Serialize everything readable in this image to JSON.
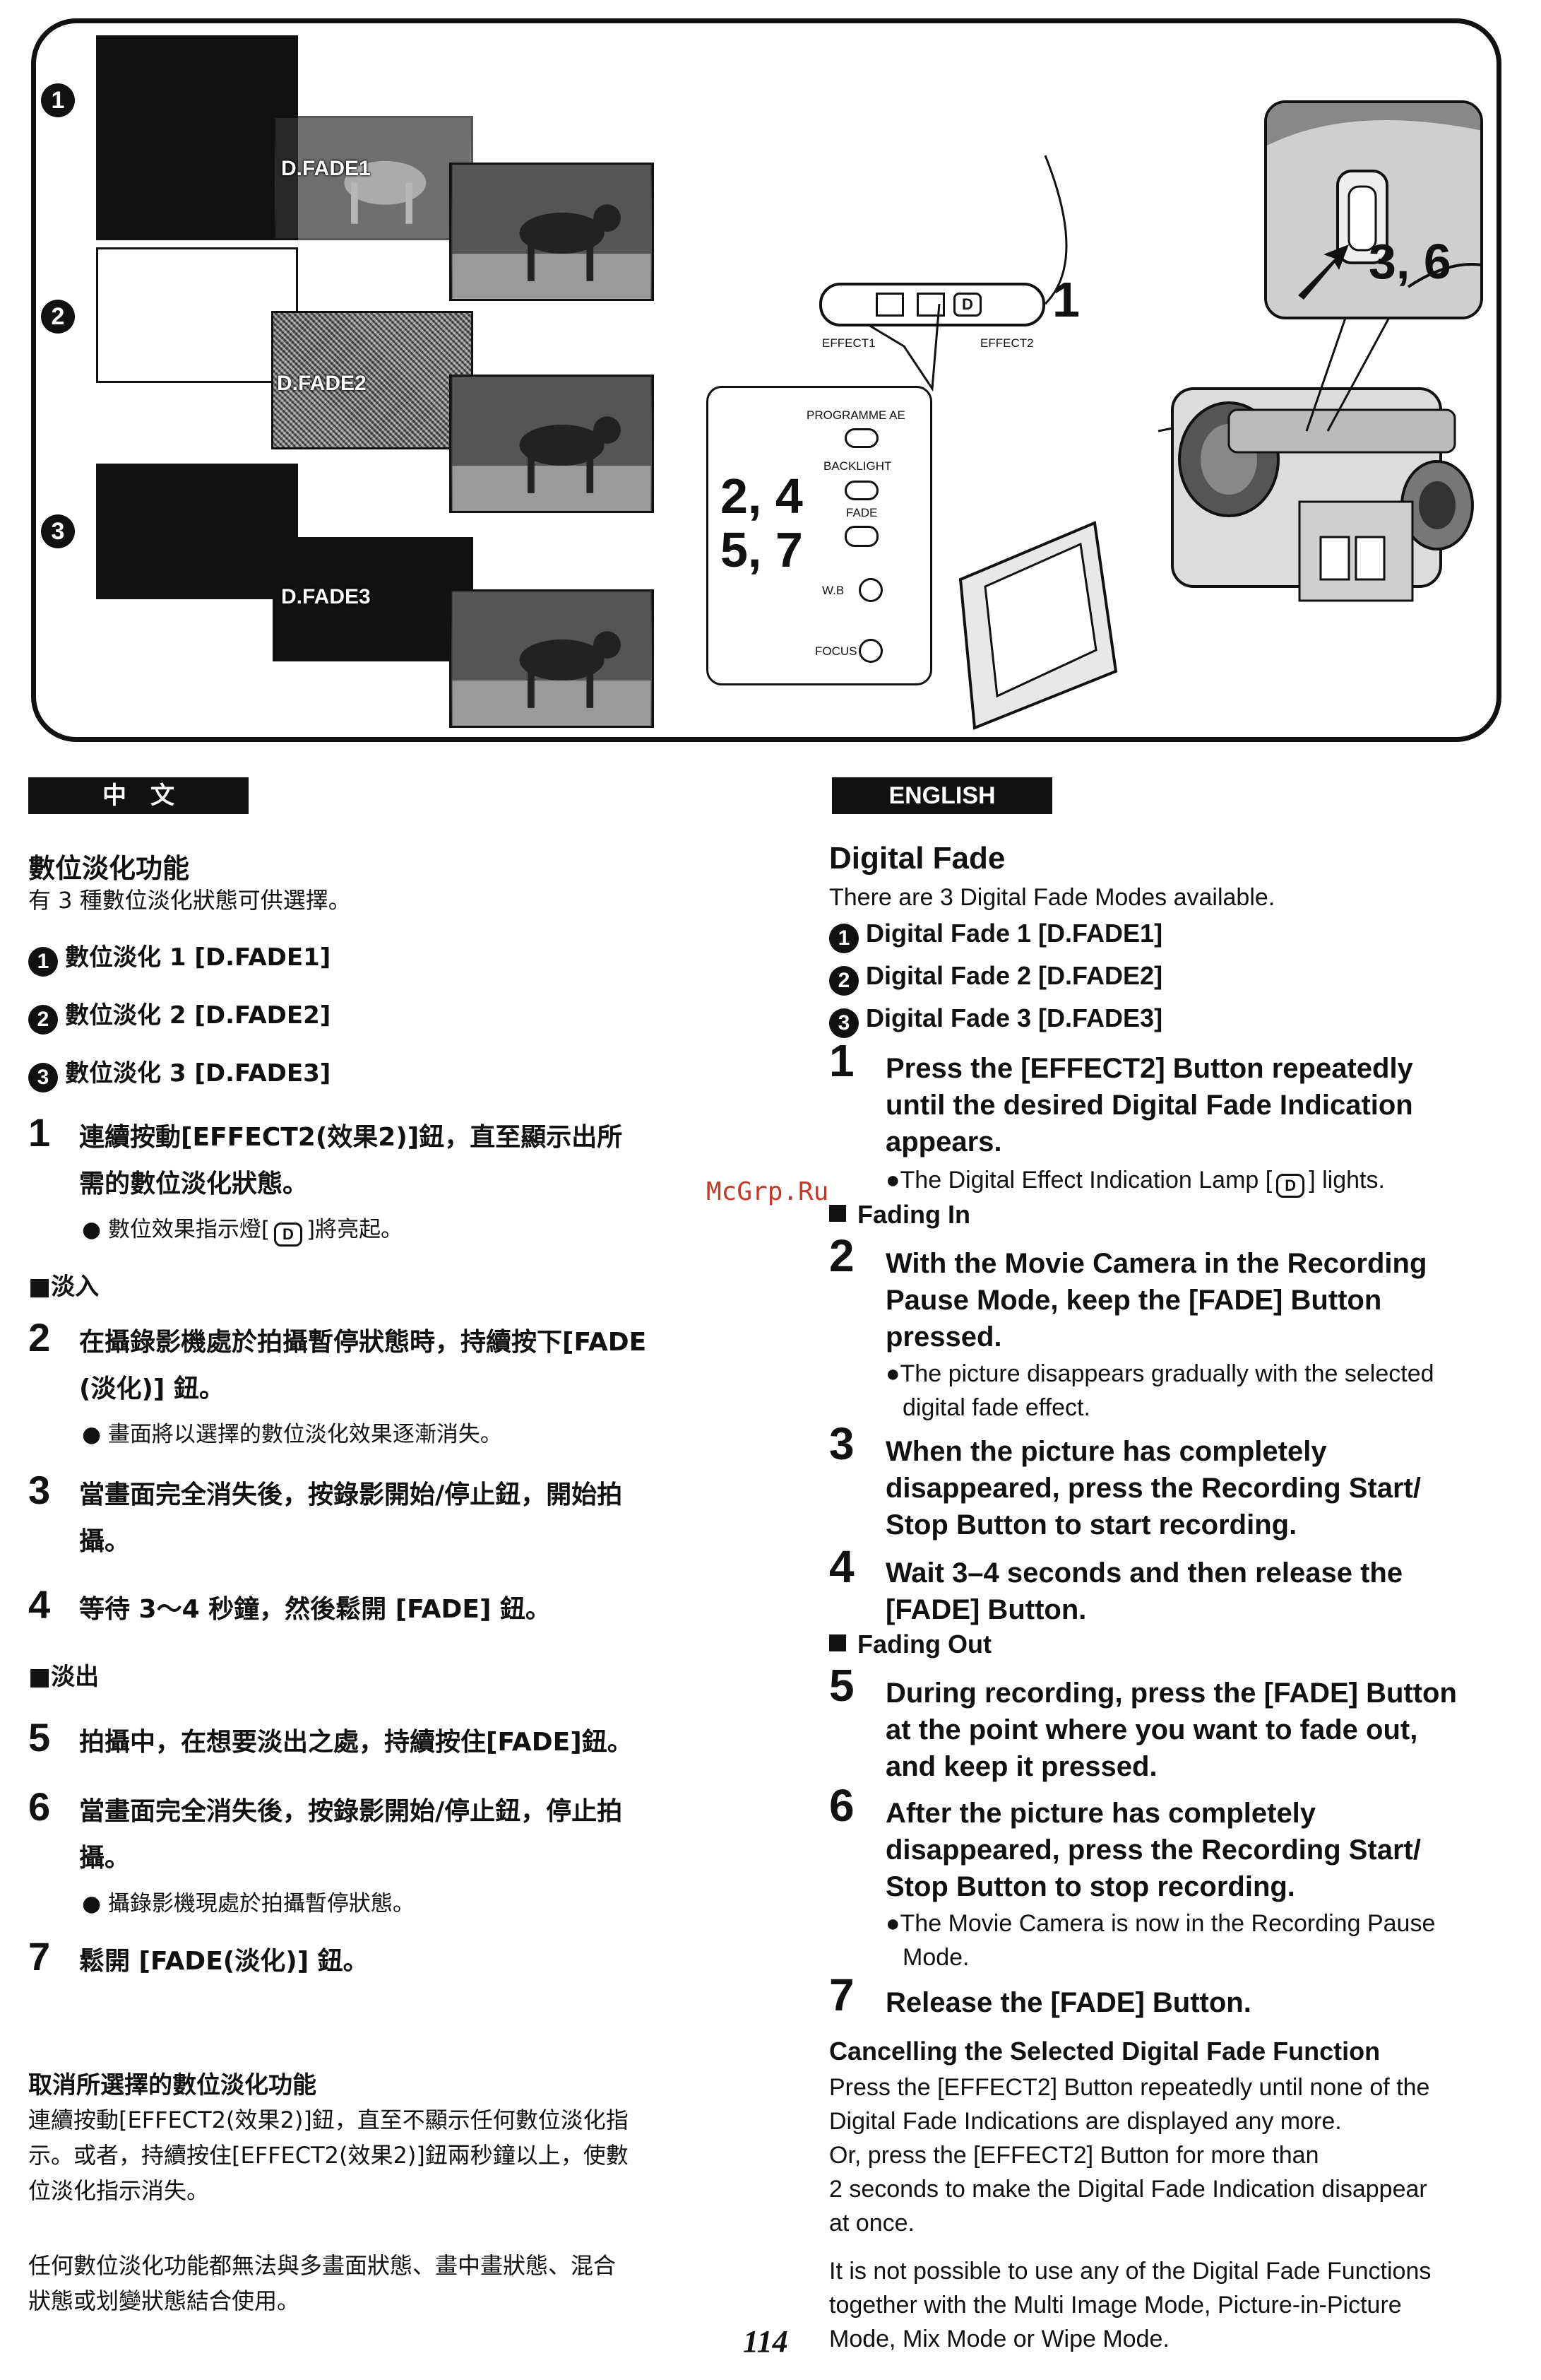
{
  "figure": {
    "fade_labels": [
      "D.FADE1",
      "D.FADE2",
      "D.FADE3"
    ],
    "circle_numbers": [
      "1",
      "2",
      "3"
    ],
    "effect_bar": {
      "left_label": "EFFECT1",
      "right_label": "EFFECT2",
      "d_symbol": "D",
      "callout": "1"
    },
    "panel": {
      "labels": [
        "PROGRAMME AE",
        "BACKLIGHT",
        "FADE",
        "W.B",
        "FOCUS"
      ],
      "step_callout_1": "2, 4",
      "step_callout_2": "5, 7"
    },
    "record_callout": "3, 6"
  },
  "zh": {
    "header": "中　文",
    "title": "數位淡化功能",
    "intro": "有 3 種數位淡化狀態可供選擇。",
    "modes": [
      {
        "num": "1",
        "text": "數位淡化 1 [D.FADE1]"
      },
      {
        "num": "2",
        "text": "數位淡化 2 [D.FADE2]"
      },
      {
        "num": "3",
        "text": "數位淡化 3 [D.FADE3]"
      }
    ],
    "step1": {
      "num": "1",
      "line1": "連續按動[EFFECT2(效果2)]鈕，直至顯示出所",
      "line2": "需的數位淡化狀態。",
      "note_a": "● 數位效果指示燈[",
      "note_icon": "D",
      "note_b": "]將亮起。"
    },
    "fade_in": "■淡入",
    "step2": {
      "num": "2",
      "line1": "在攝錄影機處於拍攝暫停狀態時，持續按下[FADE",
      "line2": "(淡化)] 鈕。",
      "note": "● 畫面將以選擇的數位淡化效果逐漸消失。"
    },
    "step3": {
      "num": "3",
      "line1": "當畫面完全消失後，按錄影開始/停止鈕，開始拍",
      "line2": "攝。"
    },
    "step4": {
      "num": "4",
      "line1": "等待 3～4 秒鐘，然後鬆開 [FADE] 鈕。"
    },
    "fade_out": "■淡出",
    "step5": {
      "num": "5",
      "line1": "拍攝中，在想要淡出之處，持續按住[FADE]鈕。"
    },
    "step6": {
      "num": "6",
      "line1": "當畫面完全消失後，按錄影開始/停止鈕，停止拍",
      "line2": "攝。",
      "note": "● 攝錄影機現處於拍攝暫停狀態。"
    },
    "step7": {
      "num": "7",
      "line1": "鬆開 [FADE(淡化)] 鈕。"
    },
    "cancel_title": "取消所選擇的數位淡化功能",
    "cancel_line1": "連續按動[EFFECT2(效果2)]鈕，直至不顯示任何數位淡化指",
    "cancel_line2": "示。或者，持續按住[EFFECT2(效果2)]鈕兩秒鐘以上，使數",
    "cancel_line3": "位淡化指示消失。",
    "limit_line1": "任何數位淡化功能都無法與多畫面狀態、畫中畫狀態、混合",
    "limit_line2": "狀態或划變狀態結合使用。"
  },
  "en": {
    "header": "ENGLISH",
    "title": "Digital Fade",
    "intro": "There are 3 Digital Fade Modes available.",
    "modes": [
      {
        "num": "1",
        "text": "Digital Fade 1 [D.FADE1]"
      },
      {
        "num": "2",
        "text": "Digital Fade 2 [D.FADE2]"
      },
      {
        "num": "3",
        "text": "Digital Fade 3 [D.FADE3]"
      }
    ],
    "step1": {
      "num": "1",
      "line1": "Press the [EFFECT2] Button repeatedly",
      "line2": "until the desired Digital Fade Indication",
      "line3": "appears.",
      "note_a": "●The Digital Effect Indication Lamp [",
      "note_icon": "D",
      "note_b": "] lights."
    },
    "fading_in": "Fading In",
    "step2": {
      "num": "2",
      "line1": "With the Movie Camera in the Recording",
      "line2": "Pause Mode, keep the [FADE] Button",
      "line3": "pressed.",
      "note1": "●The picture disappears gradually with the selected",
      "note2": "digital fade effect."
    },
    "step3": {
      "num": "3",
      "line1": "When the picture has completely",
      "line2": "disappeared, press the Recording Start/",
      "line3": "Stop Button to start recording."
    },
    "step4": {
      "num": "4",
      "line1": "Wait 3–4 seconds and then release the",
      "line2": "[FADE] Button."
    },
    "fading_out": "Fading Out",
    "step5": {
      "num": "5",
      "line1": "During recording, press the [FADE] Button",
      "line2": "at the point where you want to fade out,",
      "line3": "and keep it pressed."
    },
    "step6": {
      "num": "6",
      "line1": "After the picture has completely",
      "line2": "disappeared, press the Recording Start/",
      "line3": "Stop Button to stop recording.",
      "note1": "●The Movie Camera is now in the Recording Pause",
      "note2": "Mode."
    },
    "step7": {
      "num": "7",
      "line1": "Release the [FADE] Button."
    },
    "cancel_title": "Cancelling the Selected Digital Fade Function",
    "cancel_lines": [
      "Press the [EFFECT2] Button repeatedly until none of the",
      "Digital Fade Indications are displayed any more.",
      "Or, press the [EFFECT2] Button for more than",
      "2 seconds to make the Digital Fade Indication disappear",
      "at once."
    ],
    "limit_lines": [
      "It is not possible to use any of the Digital Fade Functions",
      "together with the Multi Image Mode, Picture-in-Picture",
      "Mode, Mix Mode or Wipe Mode."
    ]
  },
  "watermark": "McGrp.Ru",
  "page_number": "114"
}
